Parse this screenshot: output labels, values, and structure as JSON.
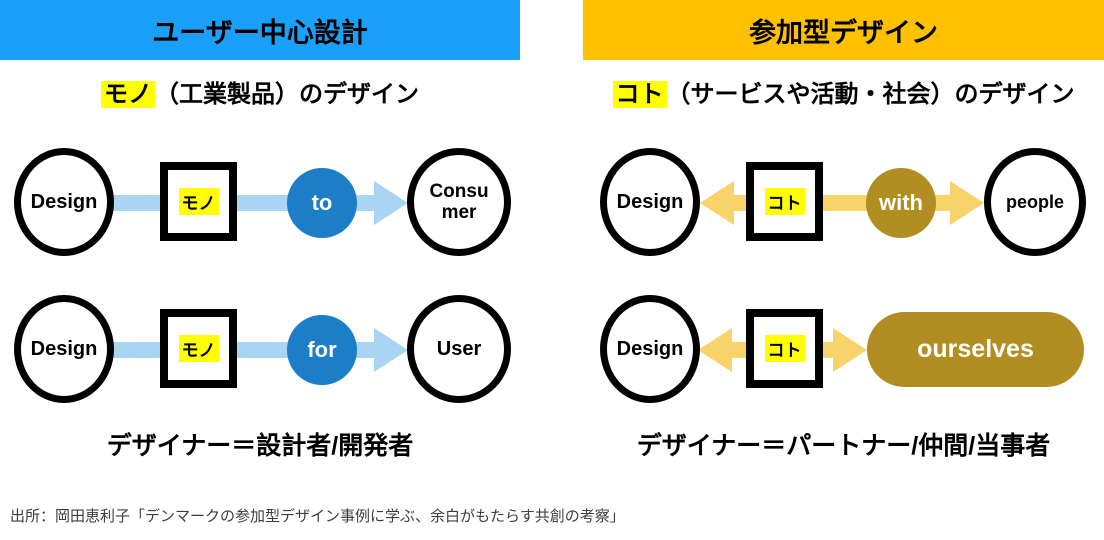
{
  "colors": {
    "header_blue": "#1aa0f8",
    "header_gold": "#ffc000",
    "node_blue": "#1b7ec6",
    "node_gold": "#b28e22",
    "arrow_blue": "#a9d5f3",
    "arrow_gold": "#f8d369",
    "highlight_yellow": "#ffff00"
  },
  "left_panel": {
    "header": "ユーザー中心設計",
    "subtitle_highlight": "モノ",
    "subtitle_rest": "（工業製品）のデザイン",
    "rows": [
      {
        "source": "Design",
        "box": "モノ",
        "connector": "to",
        "target": "Consu mer"
      },
      {
        "source": "Design",
        "box": "モノ",
        "connector": "for",
        "target": "User"
      }
    ],
    "footer": "デザイナー＝設計者/開発者"
  },
  "right_panel": {
    "header": "参加型デザイン",
    "subtitle_highlight": "コト",
    "subtitle_rest": "（サービスや活動・社会）のデザイン",
    "rows": [
      {
        "source": "Design",
        "box": "コト",
        "connector": "with",
        "target": "people"
      },
      {
        "source": "Design",
        "box": "コト",
        "target": "ourselves"
      }
    ],
    "footer": "デザイナー＝パートナー/仲間/当事者"
  },
  "source_note": "出所：岡田恵利子「デンマークの参加型デザイン事例に学ぶ、余白がもたらす共創の考察」"
}
